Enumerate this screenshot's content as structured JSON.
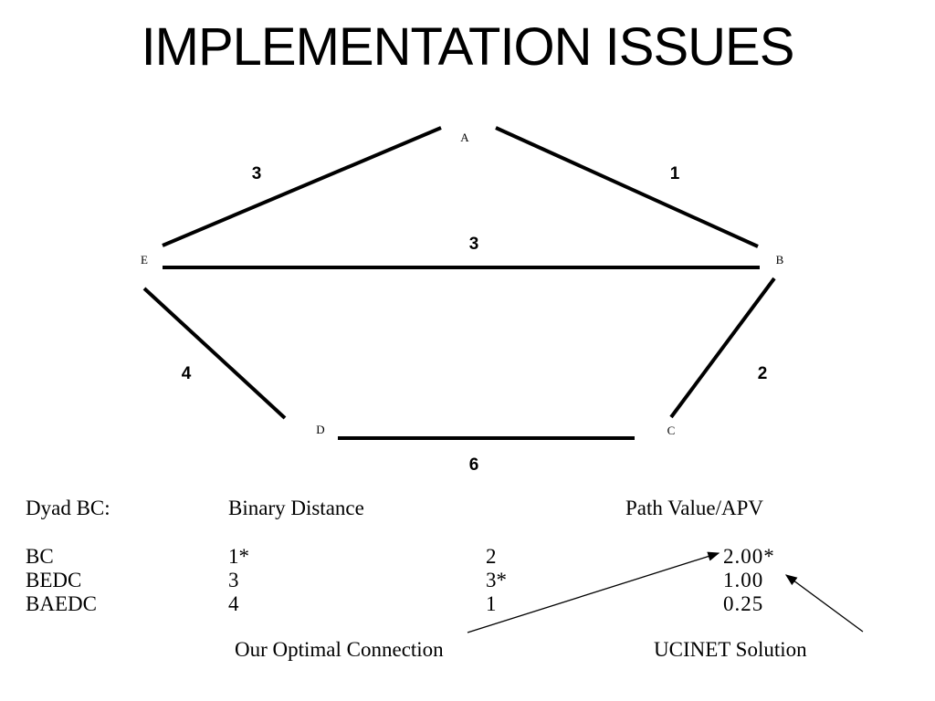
{
  "title": "IMPLEMENTATION ISSUES",
  "graph": {
    "nodes": [
      {
        "id": "A",
        "label": "A"
      },
      {
        "id": "B",
        "label": "B"
      },
      {
        "id": "C",
        "label": "C"
      },
      {
        "id": "D",
        "label": "D"
      },
      {
        "id": "E",
        "label": "E"
      }
    ],
    "edges": [
      {
        "from": "E",
        "to": "A",
        "weight": "3"
      },
      {
        "from": "A",
        "to": "B",
        "weight": "1"
      },
      {
        "from": "E",
        "to": "B",
        "weight": "3"
      },
      {
        "from": "B",
        "to": "C",
        "weight": "2"
      },
      {
        "from": "D",
        "to": "C",
        "weight": "6"
      },
      {
        "from": "E",
        "to": "D",
        "weight": "4"
      }
    ]
  },
  "table": {
    "header": {
      "dyad": "Dyad BC:",
      "binary": "Binary Distance",
      "path_value": "Path Value/APV"
    },
    "rows": [
      {
        "path": "BC",
        "binary": "1*",
        "path_value": "2",
        "apv": "2.00*"
      },
      {
        "path": "BEDC",
        "binary": "3",
        "path_value": "3*",
        "apv": "1.00"
      },
      {
        "path": "BAEDC",
        "binary": "4",
        "path_value": "1",
        "apv": "0.25"
      }
    ]
  },
  "annotations": {
    "optimal": "Our Optimal Connection",
    "ucinet": "UCINET Solution"
  }
}
